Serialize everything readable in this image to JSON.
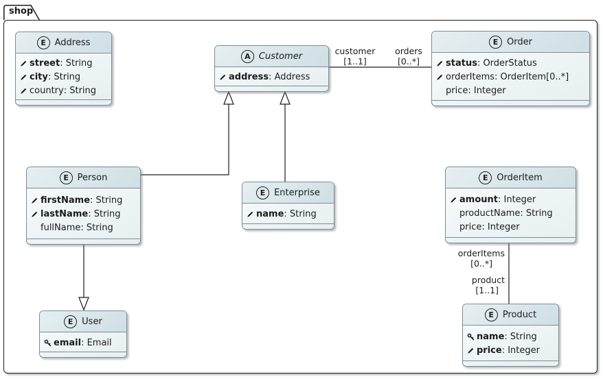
{
  "package": {
    "name": "shop"
  },
  "entities": [
    {
      "badge": "E",
      "name": "Address",
      "attrs": [
        {
          "icon": "pencil",
          "bold": true,
          "name": "street",
          "rest": " : String"
        },
        {
          "icon": "pencil",
          "bold": true,
          "name": "city",
          "rest": " : String"
        },
        {
          "icon": "pencil",
          "bold": false,
          "name": "country",
          "rest": " : String"
        }
      ]
    },
    {
      "badge": "A",
      "name": "Customer",
      "abstract": true,
      "attrs": [
        {
          "icon": "pencil",
          "bold": true,
          "name": "address",
          "rest": " : Address"
        }
      ]
    },
    {
      "badge": "E",
      "name": "Order",
      "attrs": [
        {
          "icon": "pencil",
          "bold": true,
          "name": "status",
          "rest": " : OrderStatus"
        },
        {
          "icon": "pencil",
          "bold": false,
          "name": "orderItems",
          "rest": " : OrderItem[0..*]"
        },
        {
          "icon": "none",
          "bold": false,
          "name": "price",
          "rest": " : Integer"
        }
      ]
    },
    {
      "badge": "E",
      "name": "Person",
      "attrs": [
        {
          "icon": "pencil",
          "bold": true,
          "name": "firstName",
          "rest": " : String"
        },
        {
          "icon": "pencil",
          "bold": true,
          "name": "lastName",
          "rest": " : String"
        },
        {
          "icon": "none",
          "bold": false,
          "name": "fullName",
          "rest": " : String"
        }
      ]
    },
    {
      "badge": "E",
      "name": "Enterprise",
      "attrs": [
        {
          "icon": "pencil",
          "bold": true,
          "name": "name",
          "rest": " : String"
        }
      ]
    },
    {
      "badge": "E",
      "name": "OrderItem",
      "attrs": [
        {
          "icon": "pencil",
          "bold": true,
          "name": "amount",
          "rest": " : Integer"
        },
        {
          "icon": "none",
          "bold": false,
          "name": "productName",
          "rest": " : String"
        },
        {
          "icon": "none",
          "bold": false,
          "name": "price",
          "rest": " : Integer"
        }
      ]
    },
    {
      "badge": "E",
      "name": "User",
      "attrs": [
        {
          "icon": "key",
          "bold": true,
          "name": "email",
          "rest": " : Email"
        }
      ]
    },
    {
      "badge": "E",
      "name": "Product",
      "attrs": [
        {
          "icon": "key",
          "bold": true,
          "name": "name",
          "rest": " : String"
        },
        {
          "icon": "pencil",
          "bold": true,
          "name": "price",
          "rest": " : Integer"
        }
      ]
    }
  ],
  "labels": {
    "customer_role": "customer",
    "customer_card": "[1..1]",
    "orders_role": "orders",
    "orders_card": "[0..*]",
    "orderitems_role": "orderItems",
    "orderitems_card": "[0..*]",
    "product_role": "product",
    "product_card": "[1..1]"
  }
}
